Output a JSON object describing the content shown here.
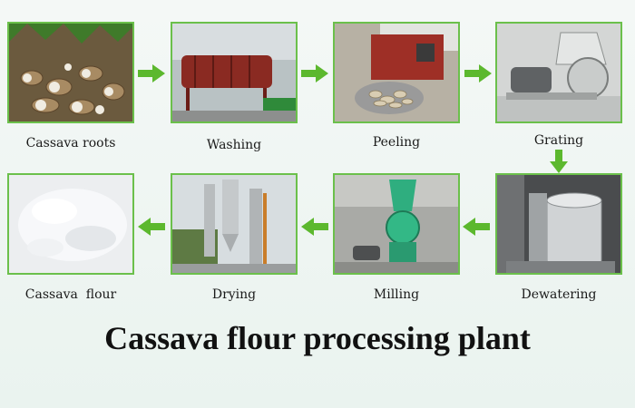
{
  "steps": [
    {
      "label": "Cassava roots",
      "image": "cassava-roots-photo"
    },
    {
      "label": "Washing",
      "image": "washing-machine-photo"
    },
    {
      "label": "Peeling",
      "image": "peeling-machine-photo"
    },
    {
      "label": "Grating",
      "image": "grating-machine-photo"
    },
    {
      "label": "Dewatering",
      "image": "dewatering-press-photo"
    },
    {
      "label": "Milling",
      "image": "milling-machine-photo"
    },
    {
      "label": "Drying",
      "image": "flash-dryer-photo"
    },
    {
      "label": "Cassava  flour",
      "image": "cassava-flour-photo"
    }
  ],
  "title": "Cassava flour processing plant",
  "colors": {
    "arrow": "#5cb82e",
    "frame_border": "#6bc04b"
  }
}
